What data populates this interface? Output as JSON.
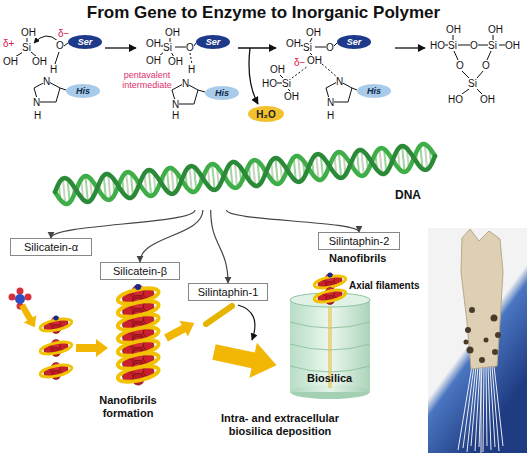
{
  "diagram": {
    "title": "From Gene to Enzyme to Inorganic Polymer",
    "nodes": [
      {
        "text": [
          "Ser"
        ]
      },
      {
        "text": [
          "His"
        ]
      },
      {
        "text": [
          "Ser"
        ]
      },
      {
        "text": [
          "His"
        ]
      },
      {
        "text": [
          "H₂O"
        ]
      },
      {
        "text": [
          "Ser"
        ]
      },
      {
        "text": [
          "His"
        ]
      },
      {
        "text": [
          "DNA"
        ]
      },
      {
        "text": [
          "Silicatein-α"
        ]
      },
      {
        "text": [
          "Silicatein-β"
        ]
      },
      {
        "text": [
          "Silintaphin-1"
        ]
      },
      {
        "text": [
          "Silintaphin-2"
        ]
      }
    ],
    "edges": [
      {
        "from": 7,
        "to": 8,
        "arrow": "to"
      },
      {
        "from": 7,
        "to": 9,
        "arrow": "to"
      },
      {
        "from": 7,
        "to": 10,
        "arrow": "to"
      },
      {
        "from": 7,
        "to": 11,
        "arrow": "to"
      }
    ],
    "labels": [
      "δ+",
      "OH",
      "Si",
      "OH",
      "OH",
      "O",
      "δ−",
      "H",
      "N",
      "N",
      "H",
      "OH",
      "OH",
      "Si",
      "O",
      "OH",
      "OH",
      "pentavalent intermediate",
      "H",
      "N",
      "N",
      "H",
      "OH",
      "OH",
      "Si",
      "O",
      "δ−",
      "OH",
      "HO",
      "Si",
      "OH",
      "OH",
      "N",
      "N",
      "H",
      "OH",
      "HO",
      "Si",
      "O",
      "Si",
      "OH",
      "OH",
      "O",
      "O",
      "Si",
      "HO",
      "OH",
      "Nanofibrils",
      "Axial filaments",
      "Biosilica",
      "Nanofibrils formation",
      "Intra- and extracellular biosilica deposition"
    ]
  }
}
